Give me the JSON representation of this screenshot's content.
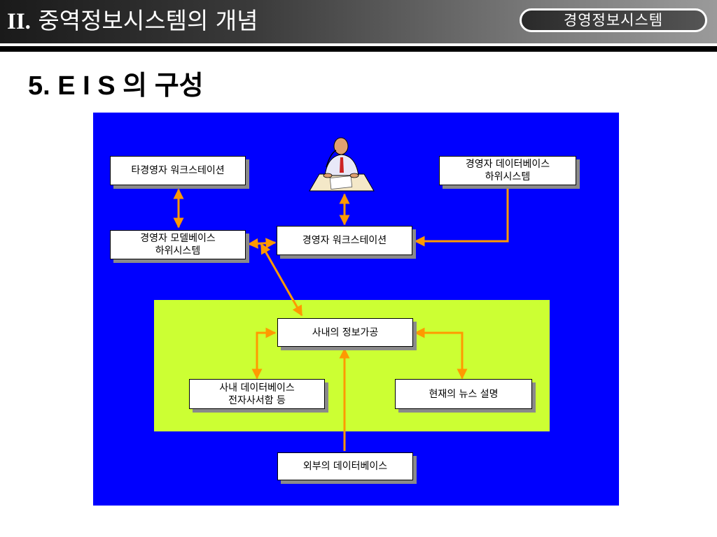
{
  "header": {
    "title_num": "II.",
    "title_text": " 중역정보시스템의 개념",
    "pill_label": "경영정보시스템"
  },
  "section": {
    "title": "5. E I S 의 구성"
  },
  "diagram": {
    "nodes": {
      "other_workstation": "타경영자 워크스테이션",
      "db_subsystem": "경영자 데이터베이스\n하위시스템",
      "model_subsystem": "경영자 모델베이스\n하위시스템",
      "exec_workstation": "경영자 워크스테이션",
      "internal_processing": "사내의 정보가공",
      "internal_db": "사내 데이터베이스\n전자사서함 등",
      "news": "현재의 뉴스 설명",
      "external_db": "외부의 데이터베이스"
    },
    "colors": {
      "background": "#0000ff",
      "internal_area": "#ccff33",
      "arrow": "#ff9900"
    },
    "icon": "executive-at-desk-icon"
  }
}
